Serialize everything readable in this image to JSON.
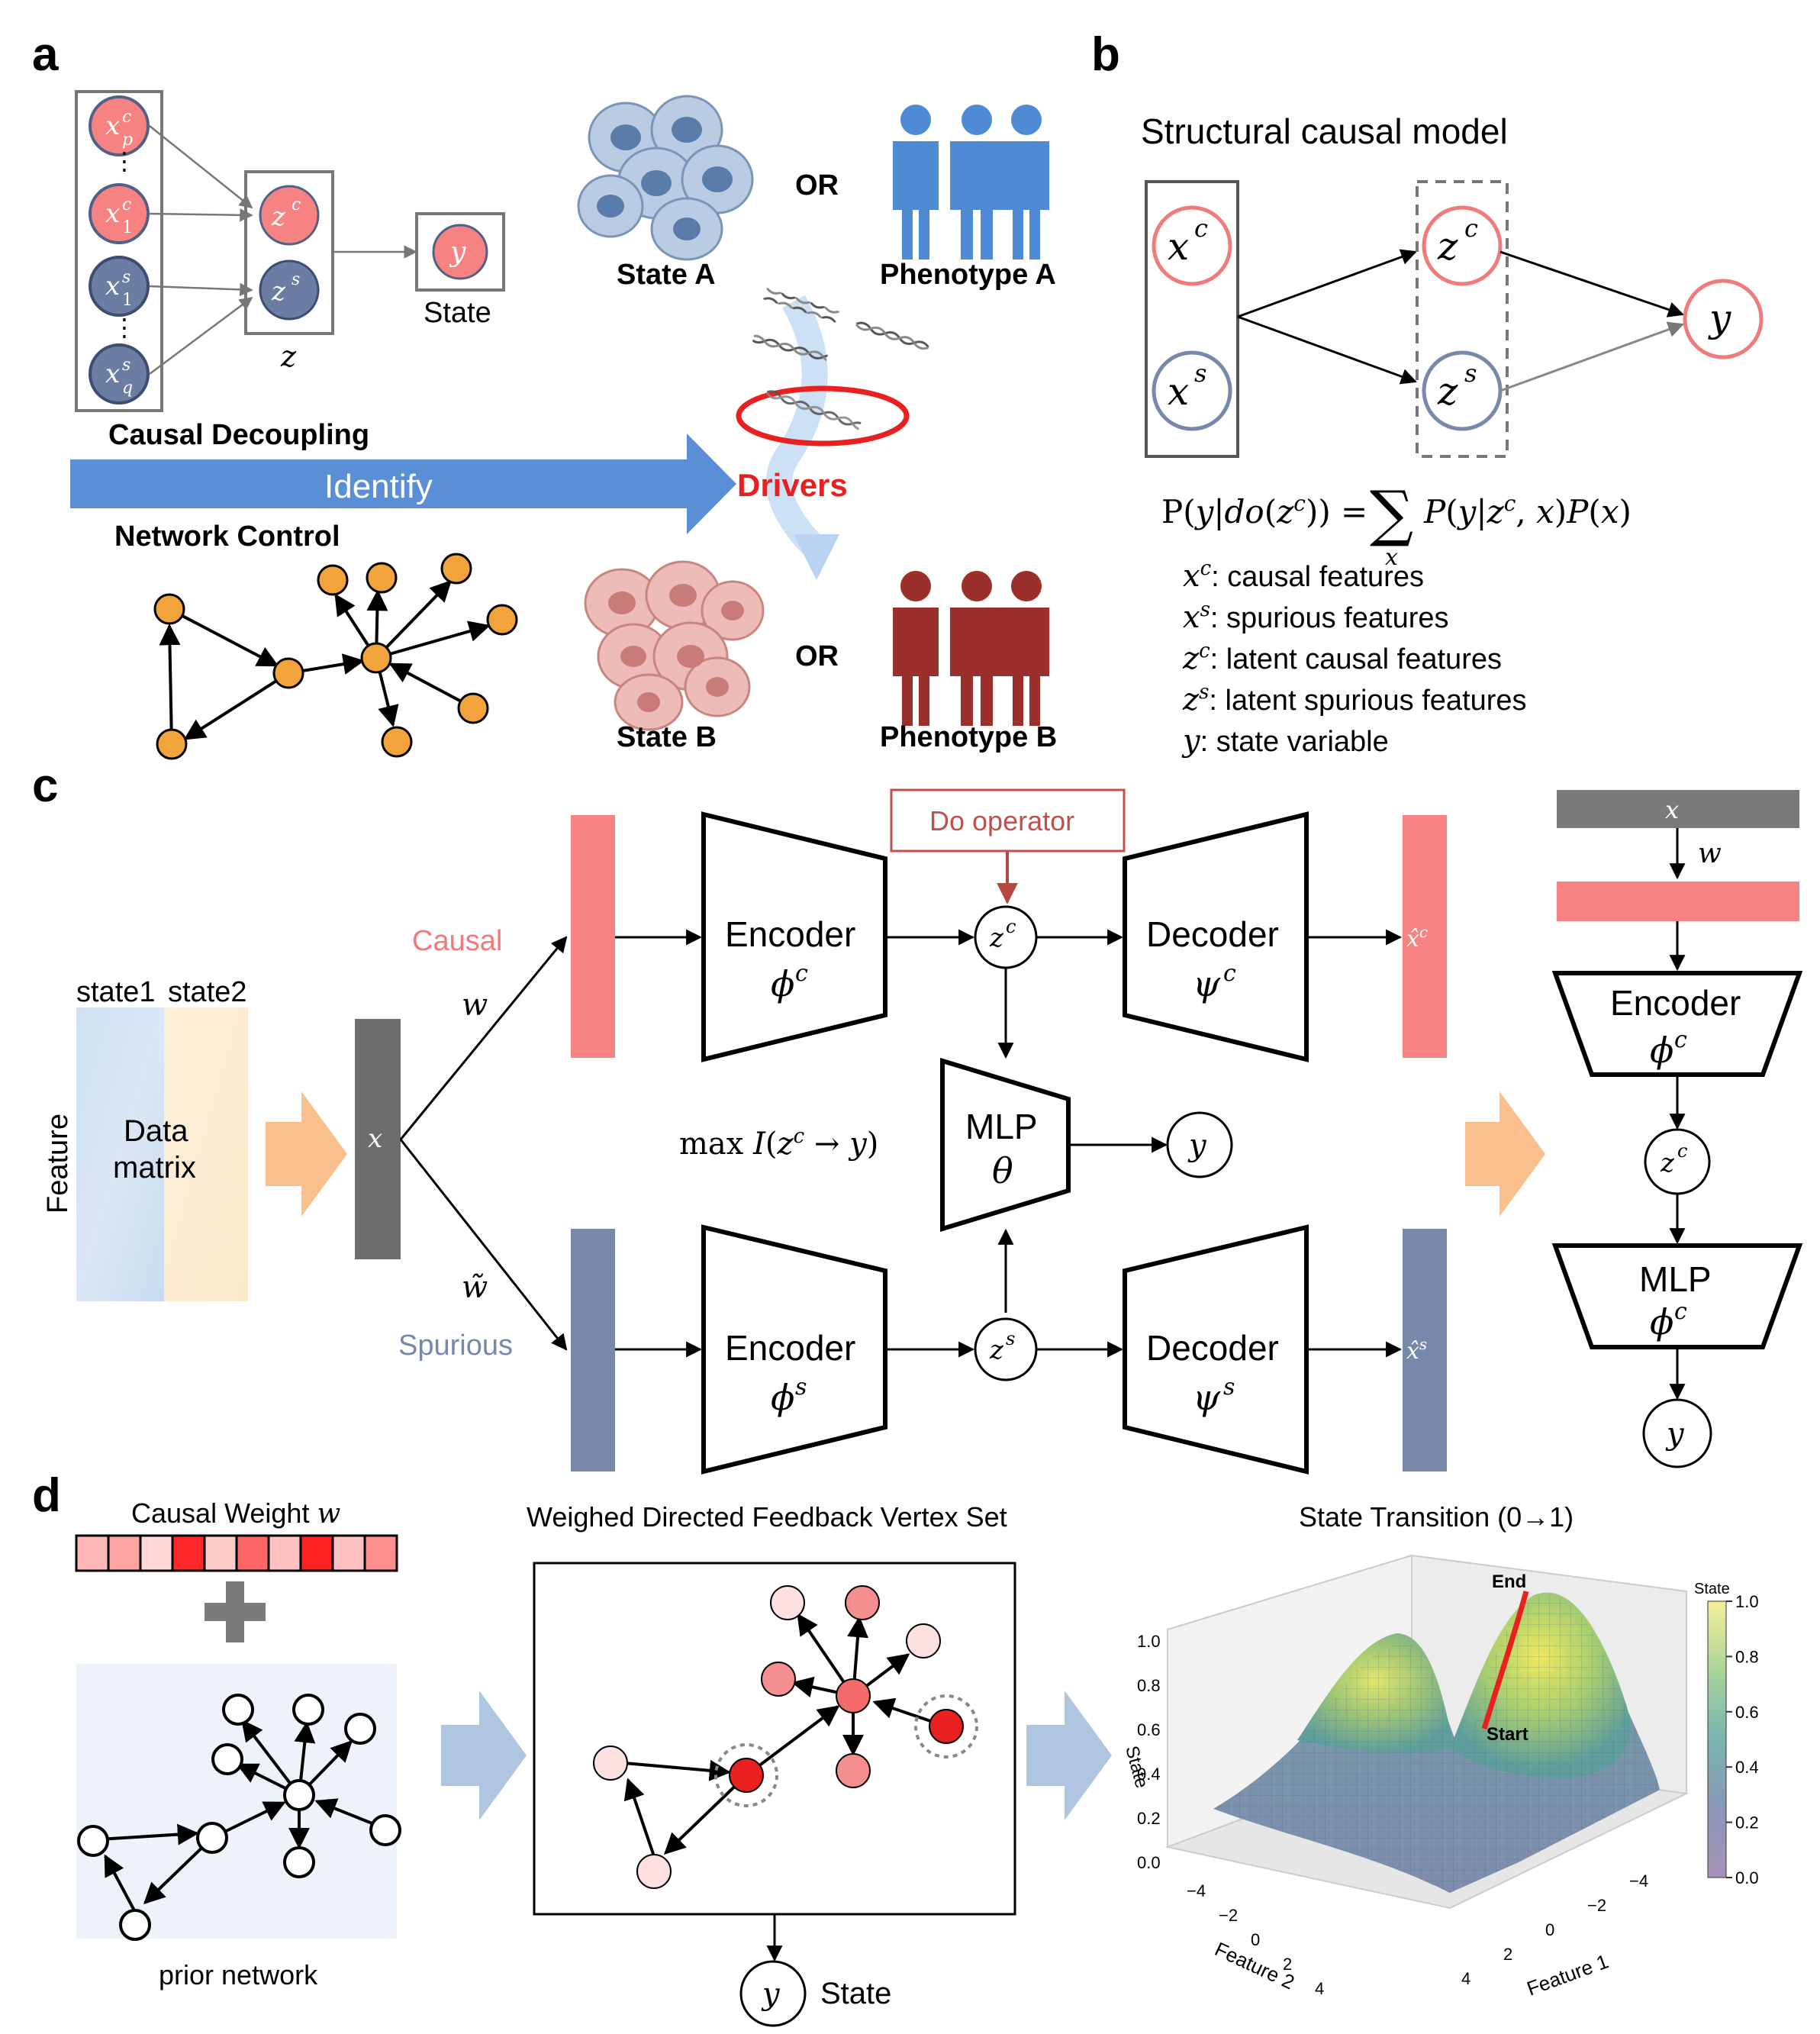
{
  "colors": {
    "causal_red": "#f78282",
    "causal_red_dark": "#e05555",
    "spurious_blue": "#7888aa",
    "spurious_blue_dark": "#4f6189",
    "identify_blue": "#5a8fd6",
    "driver_red": "#e8201f",
    "orange_node": "#f2a33c",
    "peach_arrow": "#f9c08e",
    "light_blue_arrow": "#b0c6e0",
    "phenotype_a": "#4f8ad4",
    "phenotype_b": "#9b2f2b",
    "x_bar_gray": "#6d6d6d"
  },
  "panel_a": {
    "label": "a",
    "title_causal_decoupling": "Causal Decoupling",
    "title_network_control": "Network Control",
    "identify": "Identify",
    "drivers": "Drivers",
    "or_top": "OR",
    "or_bottom": "OR",
    "state_a": "State A",
    "state_b": "State B",
    "phenotype_a": "Phenotype A",
    "phenotype_b": "Phenotype B",
    "state": "State",
    "z": "z",
    "y": "y",
    "z_c": "z",
    "z_c_sup": "c",
    "z_s": "z",
    "z_s_sup": "s",
    "vdots": "⋮"
  },
  "panel_b": {
    "label": "b",
    "title": "Structural causal model",
    "x_c": "x",
    "x_s": "x",
    "z_c": "z",
    "z_s": "z",
    "sup_c": "c",
    "sup_s": "s",
    "y": "y",
    "legend": [
      {
        "sym": "x",
        "sup": "c",
        "text": ": causal features"
      },
      {
        "sym": "x",
        "sup": "s",
        "text": ": spurious features"
      },
      {
        "sym": "z",
        "sup": "c",
        "text": ": latent causal features"
      },
      {
        "sym": "z",
        "sup": "s",
        "text": ": latent spurious features"
      },
      {
        "sym": "y",
        "sup": "",
        "text": ": state variable"
      }
    ]
  },
  "panel_c": {
    "label": "c",
    "state1": "state1",
    "state2": "state2",
    "feature": "Feature",
    "data_matrix_1": "Data",
    "data_matrix_2": "matrix",
    "x": "x",
    "w": "w",
    "w_tilde": "w̃",
    "causal": "Causal",
    "spurious": "Spurious",
    "encoder": "Encoder",
    "decoder": "Decoder",
    "phi": "ϕ",
    "psi": "ψ",
    "theta": "θ",
    "mlp": "MLP",
    "do_operator": "Do operator",
    "objective_max": "max",
    "y": "y"
  },
  "panel_d": {
    "label": "d",
    "causal_weight": "Causal Weight",
    "w": "w",
    "weights": [
      0.25,
      0.35,
      0.1,
      0.95,
      0.15,
      0.65,
      0.2,
      0.98,
      0.2,
      0.45
    ],
    "prior_network": "prior network",
    "dfvs_title": "Weighed Directed Feedback Vertex Set",
    "state": "State",
    "y": "y",
    "transition_title": "State Transition (0→1)"
  },
  "chart_data": {
    "type": "surface",
    "title": "State Transition (0→1)",
    "xlabel": "Feature 1",
    "ylabel": "Feature 2",
    "zlabel": "State",
    "x_ticks": [
      "4",
      "2",
      "0",
      "−2",
      "−4"
    ],
    "y_ticks": [
      "−4",
      "−2",
      "0",
      "2",
      "4"
    ],
    "z_ticks": [
      "0.0",
      "0.2",
      "0.4",
      "0.6",
      "0.8",
      "1.0"
    ],
    "zlim": [
      0,
      1
    ],
    "colorbar": {
      "label": "State",
      "ticks": [
        "0.0",
        "0.2",
        "0.4",
        "0.6",
        "0.8",
        "1.0"
      ],
      "colormap": "viridis"
    },
    "annotations": [
      "Start",
      "End"
    ],
    "path": {
      "color": "#e8201f"
    }
  }
}
